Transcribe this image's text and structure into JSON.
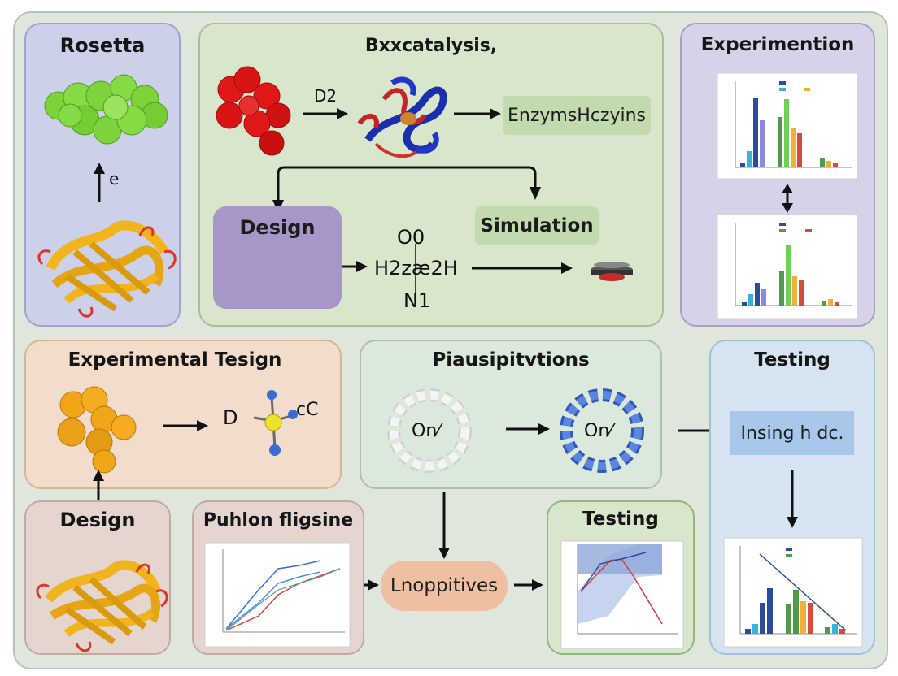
{
  "panels": {
    "rosetta": {
      "title": "Rosetta",
      "arrow_label": "e"
    },
    "biocatalysis": {
      "title": "Bxxcatalysis,",
      "arrow_label": "D2",
      "enzyme_box": "EnzymsHczyins",
      "design_box": "Design",
      "simulation_box": "Simulation",
      "formula": {
        "top": "O0",
        "middle": "H2zæ2H",
        "bottom": "N1"
      }
    },
    "experimention": {
      "title": "Experimention"
    },
    "experimental_design": {
      "title": "Experimental Tesign",
      "molecule_left": "D",
      "molecule_right": "cC"
    },
    "piausipitvtions": {
      "title": "Piausipitvtions",
      "ring_left": "On⁄",
      "ring_right": "On⁄"
    },
    "testing_right": {
      "title": "Testing",
      "box": "Insing h dc."
    },
    "design_bottom": {
      "title": "Design"
    },
    "puhlon": {
      "title": "Puhlon fligsine"
    },
    "lnoppitives": {
      "label": "Lnoppitives"
    },
    "testing_bottom": {
      "title": "Testing"
    }
  },
  "colors": {
    "rosetta_bg": "#ccd0e8",
    "green_bg": "#d8e6cc",
    "purple_bg": "#d8d2e8",
    "peach_bg": "#f2dccb",
    "mint_bg": "#dbe9dc",
    "blue_bg": "#d6e4f1",
    "brown_bg": "#e4d6cf",
    "lnoppitives": "#efbfa1",
    "design_box": "#a996c9",
    "enzyme_box": "#c2dbae",
    "testing_box": "#a7c8ea",
    "bar_colors": [
      "#2c4b9a",
      "#36b3d9",
      "#4e9a4a",
      "#f0b039",
      "#d84a3a"
    ]
  }
}
